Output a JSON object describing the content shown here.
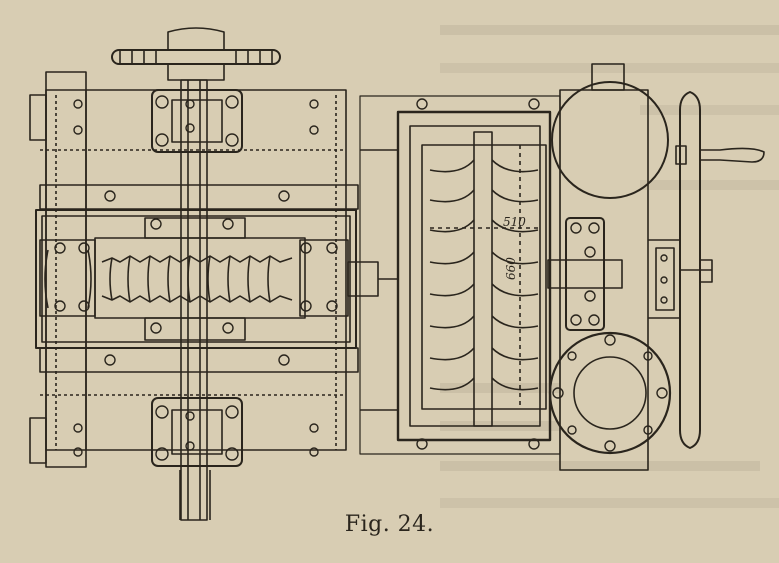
{
  "figure": {
    "caption": "Fig. 24.",
    "dimensions": {
      "width_label": "510",
      "height_label": "660"
    },
    "colors": {
      "paper": "#d8cdb3",
      "ink": "#2a251d"
    }
  }
}
